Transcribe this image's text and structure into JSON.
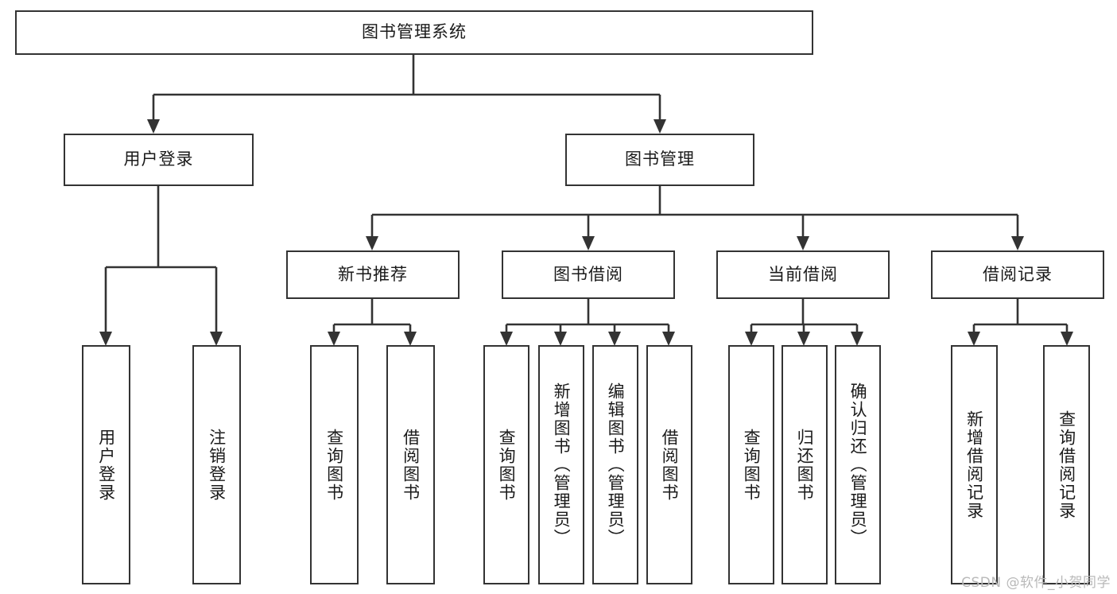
{
  "diagram": {
    "type": "tree-hierarchy",
    "title": "图书管理系统",
    "orientation": "top-down",
    "colors": {
      "stroke": "#333333",
      "fill": "#ffffff",
      "text": "#1a1a1a",
      "watermark": "#b9b9b9"
    },
    "nodes": {
      "root": {
        "label": "图书管理系统",
        "level": 1,
        "text_direction": "horizontal"
      },
      "l2": [
        {
          "id": "user-login",
          "label": "用户登录",
          "level": 2,
          "text_direction": "horizontal"
        },
        {
          "id": "book-manage",
          "label": "图书管理",
          "level": 2,
          "text_direction": "horizontal"
        }
      ],
      "l3": [
        {
          "id": "new-book-recommend",
          "label": "新书推荐",
          "level": 3,
          "text_direction": "horizontal",
          "parent": "book-manage"
        },
        {
          "id": "book-borrow",
          "label": "图书借阅",
          "level": 3,
          "text_direction": "horizontal",
          "parent": "book-manage"
        },
        {
          "id": "current-borrow",
          "label": "当前借阅",
          "level": 3,
          "text_direction": "horizontal",
          "parent": "book-manage"
        },
        {
          "id": "borrow-record",
          "label": "借阅记录",
          "level": 3,
          "text_direction": "horizontal",
          "parent": "book-manage"
        }
      ],
      "leaves": [
        {
          "id": "leaf-user-login",
          "label": "用户登录",
          "parent": "user-login",
          "text_direction": "vertical"
        },
        {
          "id": "leaf-user-logout",
          "label": "注销登录",
          "parent": "user-login",
          "text_direction": "vertical"
        },
        {
          "id": "leaf-query-book-1",
          "label": "查询图书",
          "parent": "new-book-recommend",
          "text_direction": "vertical"
        },
        {
          "id": "leaf-borrow-book-1",
          "label": "借阅图书",
          "parent": "new-book-recommend",
          "text_direction": "vertical"
        },
        {
          "id": "leaf-query-book-2",
          "label": "查询图书",
          "parent": "book-borrow",
          "text_direction": "vertical"
        },
        {
          "id": "leaf-add-book",
          "label": "新增图书（管理员）",
          "parent": "book-borrow",
          "text_direction": "vertical"
        },
        {
          "id": "leaf-edit-book",
          "label": "编辑图书（管理员）",
          "parent": "book-borrow",
          "text_direction": "vertical"
        },
        {
          "id": "leaf-borrow-book-2",
          "label": "借阅图书",
          "parent": "book-borrow",
          "text_direction": "vertical"
        },
        {
          "id": "leaf-query-book-3",
          "label": "查询图书",
          "parent": "current-borrow",
          "text_direction": "vertical"
        },
        {
          "id": "leaf-return-book",
          "label": "归还图书",
          "parent": "current-borrow",
          "text_direction": "vertical"
        },
        {
          "id": "leaf-confirm-return",
          "label": "确认归还（管理员）",
          "parent": "current-borrow",
          "text_direction": "vertical"
        },
        {
          "id": "leaf-add-record",
          "label": "新增借阅记录",
          "parent": "borrow-record",
          "text_direction": "vertical"
        },
        {
          "id": "leaf-query-record",
          "label": "查询借阅记录",
          "parent": "borrow-record",
          "text_direction": "vertical"
        }
      ]
    },
    "watermark": "CSDN @软件_小贺同学"
  }
}
